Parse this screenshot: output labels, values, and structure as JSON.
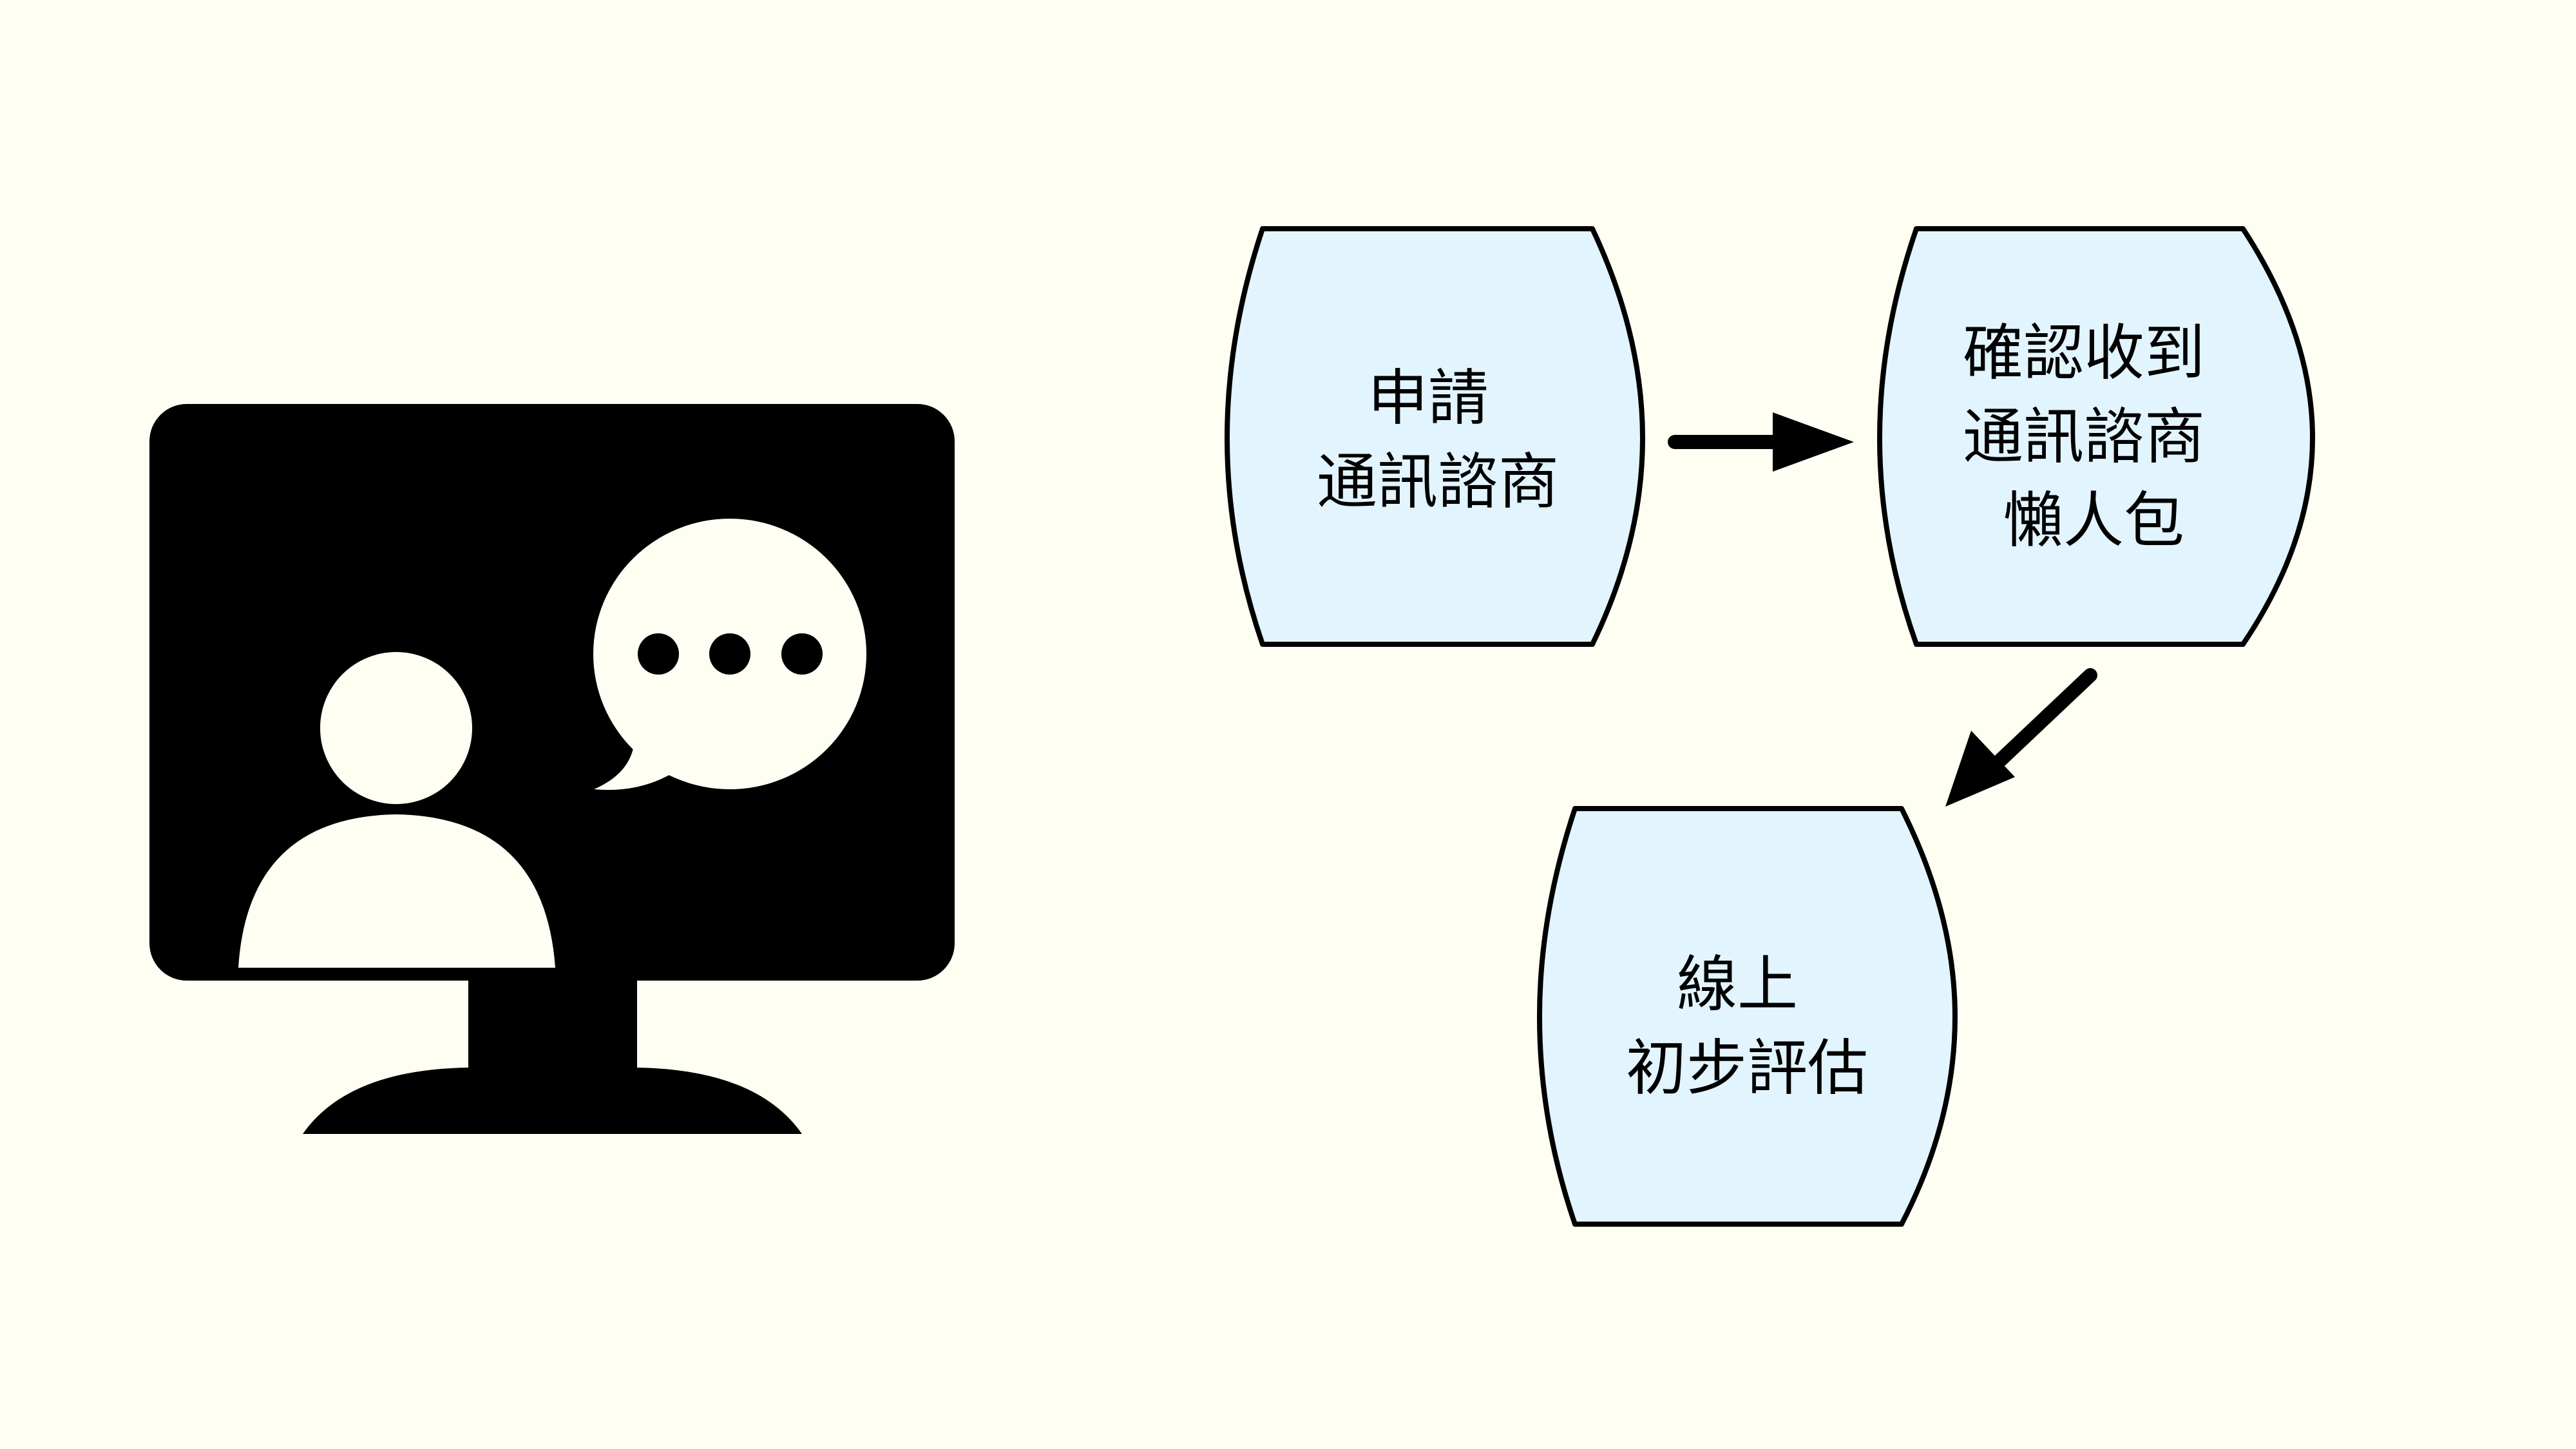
{
  "colors": {
    "background": "#fefef2",
    "node_fill": "#e2f4fe",
    "ink": "#000000"
  },
  "icon": {
    "name": "online-consultation-monitor-icon",
    "parts": [
      "monitor-icon",
      "person-icon",
      "speech-bubble-icon"
    ]
  },
  "flow": {
    "nodes": [
      {
        "id": "apply",
        "lines": [
          "申請",
          "通訊諮商"
        ]
      },
      {
        "id": "confirm",
        "lines": [
          "確認收到",
          "通訊諮商",
          "懶人包"
        ]
      },
      {
        "id": "assess",
        "lines": [
          "線上",
          "初步評估"
        ]
      }
    ],
    "edges": [
      {
        "from": "apply",
        "to": "confirm"
      },
      {
        "from": "confirm",
        "to": "assess"
      }
    ]
  }
}
